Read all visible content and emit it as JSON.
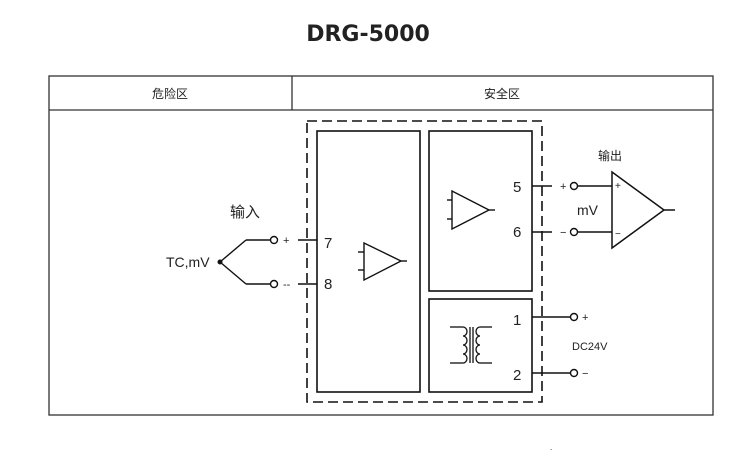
{
  "title": "DRG-5000",
  "zones": {
    "hazardous": "危险区",
    "safe": "安全区"
  },
  "input": {
    "label": "输入",
    "source": "TC,mV",
    "plus": "+",
    "minus": "--"
  },
  "terminals": {
    "t7": "7",
    "t8": "8",
    "t5": "5",
    "t6": "6",
    "t1": "1",
    "t2": "2"
  },
  "output": {
    "label": "输出",
    "signal": "mV",
    "plus": "+",
    "minus": "−",
    "amp_plus": "+",
    "amp_minus": "−"
  },
  "power": {
    "label": "DC24V",
    "plus": "+",
    "minus": "−"
  },
  "footnote_mark": "."
}
